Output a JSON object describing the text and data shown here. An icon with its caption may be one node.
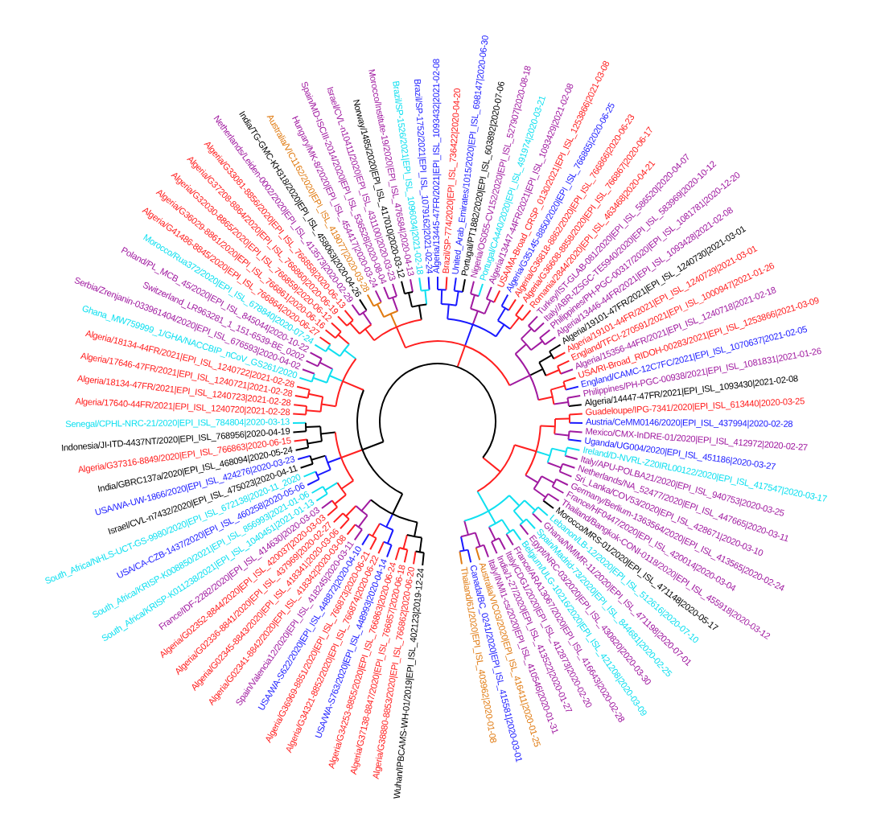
{
  "diagram": {
    "labels": [
      "Wuhan/IPBCAMS-WH-01/2019|EPI_ISL_402123|2019-12-24",
      "Algeria/G38880-8853/2020|EPI_ISL_766862|2020-06-20",
      "Algeria/G37138-8847/2020|EPI_ISL_766857|2020-06-18",
      "Algeria/G34253-8855/2020|EPI_ISL_766863|2020-06-24",
      "USA/WA-S763/2020|EPI_ISL_448993|2020-04-14",
      "Algeria/G34321-8852/2020|EPI_ISL_766874|2020-06-22",
      "Algeria/G36969-8851/2020|EPI_ISL_766873|2020-06-21",
      "USA/WA-S622/2020|EPI_ISL_448872|2020-04-10",
      "Spain/Valencia12/2020|EPI_ISL_418245|2020-03-11",
      "Algeria/G02341-8842/2020|EPI_ISL_418342|2020-03-08",
      "Algeria/G02345-8843/2020|EPI_ISL_418341|2020-03-06",
      "Algeria/G02336-8841/2020|EPI_ISL_437969|2020-02-27",
      "Algeria/G02352-8844/2020|EPI_ISL_420037|2020-03-03",
      "France/IDF-2282/2020|EPI_ISL_414630|2020-03-03",
      "South_Africa/KRISP-K011238/2021|EPI_ISL_1040451|2021-01-13",
      "South_Africa/KRISP-K008850/2021|EPI_ISL_856993|2021-01-06",
      "USA/CA-CZB-1437/2020|EPI_ISL_460258|2020-05-06",
      "South_Africa/NHLS-UCT-GS-9980/2020|EPI_ISL_672138|2020-11_2020",
      "Israel/CVL-n7432/2020|EPI_ISL_475023|2020-04-11",
      "USA/WA-UW-1866/2020|EPI_ISL_424276|2020-03-23",
      "India/GBRC137a/2020|EPI_ISL_468094|2020-05-24",
      "Algeria/G37316-8849/2020|EPI_ISL_766863|2020-06-15",
      "Indonesia/JI-ITD-4437NT/2020|EPI_ISL_768956|2020-04-19",
      "Senegal/CPHL-NRC-21/2020|EPI_ISL_784804|2020-03-13",
      "Algeria/17640-44FR/2021|EPI_ISL_1240720|2021-02-28",
      "Algeria/18134-47FR/2021|EPI_ISL_1240723|2021-02-28",
      "Algeria/17646-47FR/2021|EPI_ISL_1240721|2021-02-28",
      "Algeria/18134-44FR/2021|EPI_ISL_1240722|2021-02-28",
      "Ghana_MW759999_1/GHA/NACCBIP_nCoV_GS261/2020",
      "Serbia/Zrenjanin-033961404/2020|EPI_ISL_676593|2020-04-02",
      "Switzerland_LR963281_1_151-6539-BE_0202",
      "Poland/PL_MCB_45/2020|EPI_ISL_845044|2020-10-22",
      "Morocco/Rua372/2020|EPI_ISL_678840|2020-07-24",
      "Algeria/G41486-8845/2020|EPI_ISL_766864|2020-06-27",
      "Algeria/G36029-8861/2020|EPI_ISL_766861|2020-06-16",
      "Algeria/G32030-8865/2020|EPI_ISL_766859|2020-06-12",
      "Algeria/G37208-8864/2020|EPI_ISL_766860|2020-06-19",
      "Algeria/G33081-8856/2020|EPI_ISL_766858|2020-06-13",
      "Netherlands/Leiden-0002/2020|EPI_ISL_413573|2020-02-29",
      "India/TG-GMC-KH318/2020|EPI_ISL_458063|2020-04-26",
      "Australia/VIC1162/2020|EPI_ISL_419077|2020-03-28",
      "Hungary/MK-8/2020|EPI_ISL_454417|2020-03-24",
      "Spain/MD-ISCIII-2014/2020|EPI_ISL_536528|2020-08-04",
      "Israel/CVL-n10411/2020|EPI_ISL_431100|2020-03-23",
      "Norway/1485/2020|EPI_ISL_417010|2020-03-12",
      "Morocco/Institute-19/2020|EPI_ISL_476584|2020-04-13",
      "Brazil/SP-1526/2021|EPI_ISL_1096034|2021-02-18",
      "Brazil/SP-1752/2021|EPI_ISL_1079162|2021-02-24",
      "Algeria/13445-47FR/2021|EPI_ISL_1093432|2021-02-08",
      "Brazil/SP-774/2020|EPI_ISL_736422|2020-04-20",
      "United_Arab_Emirates/1015/2020|EPI_ISL_698147|2020-06-30",
      "Portugal/PT1882/2020|EPI_ISL_603892|2020-07-06",
      "Nigeria/OS055-CV152/2020|EPI_ISL_527907|2020-08-18",
      "Portugal/CA440/2020|EPI_ISL_491974|2020-03-21",
      "Algeria/13447-44FR/2021|EPI_ISL_1093429|2021-02-08",
      "USA/MA-Broad_CRSP_0130/2021|EPI_ISL_1253866|2021-03-08",
      "Algeria/G35145-8850/2020|EPI_ISL_766865|2020-06-25",
      "Algeria/G36818-8862/2020|EPI_ISL_766866|2020-06-23",
      "Algeria/G36608-8858/2020|EPI_ISL_766867|2020-06-17",
      "Romania/2844/2020|EPI_ISL_463468|2020-04-21",
      "Turkey/IST-GLAB-081/2020|EPI_ISL_586520|2020-04-07",
      "Italy/ABR-IZSGC-TE5940/2020|EPI_ISL_583969|2020-10-12",
      "Philippines/PH-PGC-00317/2020|EPI_ISL_1081781|2020-12-20",
      "Algeria/13446-44FR/2021|EPI_ISL_1093428|2021-02-08",
      "Algeria/19101-47FR/2021|EPI_ISL_1240730|2021-03-01",
      "Algeria/19101-44FR/2021|EPI_ISL_1240729|2021-03-01",
      "England/TFCI-270591/2021|EPI_ISL_1000947|2021-01-26",
      "Algeria/15356-44FR/2021|EPI_ISL_1240718|2021-02-18",
      "USA/RI-Broad_RIDOH-00283/2021|EPI_ISL_1253866|2021-03-09",
      "England/CAMC-12C7FC/2021|EPI_ISL_1070637|2021-02-05",
      "Philippines/PH-PGC-00938/2021|EPI_ISL_1081831|2021-01-26",
      "Algeria/14447-47FR/2021|EPI_ISL_1093430|2021-02-08",
      "Guadeloupe/IPG-7341/2020|EPI_ISL_613440|2020-03-25",
      "Austria/CeMM0146/2020|EPI_ISL_437994|2020-02-28",
      "Mexico/CMX-InDRE-01/2020|EPI_ISL_412972|2020-02-27",
      "Uganda/UG004/2020|EPI_ISL_451186|2020-03-27",
      "Ireland/D-NVRL-Z20IRL00122/2020|EPI_ISL_417547|2020-03-17",
      "Italy/APU-POLBA21/2020|EPI_ISL_940753|2020-03-25",
      "Netherlands/NA_52477/2020|EPI_ISL_447665|2020-03-11",
      "Sri_Lanka/COV53/2020|EPI_ISL_428671|2020-03-10",
      "Germany/Berlium-1363564/2020|EPI_ISL_413565|2020-02-24",
      "France/HF0447/2020|EPI_ISL_420014|2020-03-04",
      "Thailand/Bangkok-CONI-0118/2020|EPI_ISL_455918|2020-03-12",
      "Morocco/MRS-01/2020|EPI_ISL_471148|2020-05-17",
      "Lebanon/LB-12/2020|EPI_ISL_512616|2020-07-10",
      "Ghana/NMIMR-11/2020|EPI_ISL_471198|2020-07-01",
      "Spain/Madrid-73/2020|EPI_ISL_844681|2020-02-25",
      "Egypt/NRC-03/2020|EPI_ISL_430820|2020-03-30",
      "Belgium/ULG-10216/2020|EPI_ISL_421208|2020-03-09",
      "France/ARA13067/2020|EPI_ISL_416643|2020-02-28",
      "Italy/CDG1/2020|EPI_ISL_412873|2020-02-20",
      "India/1-27/2020|EPI_ISL_413522|2020-01-27",
      "Italy/INMI1-cs/2020|EPI_ISL_410546|2020-01-31",
      "Australia/VIC03/2020|EPI_ISL_416411|2020-01-25",
      "Canada/BC_0241/2020|EPI_ISL_415581|2020-03-01",
      "Thailand/61/2020|EPI_ISL_403962|2020-01-08"
    ]
  }
}
